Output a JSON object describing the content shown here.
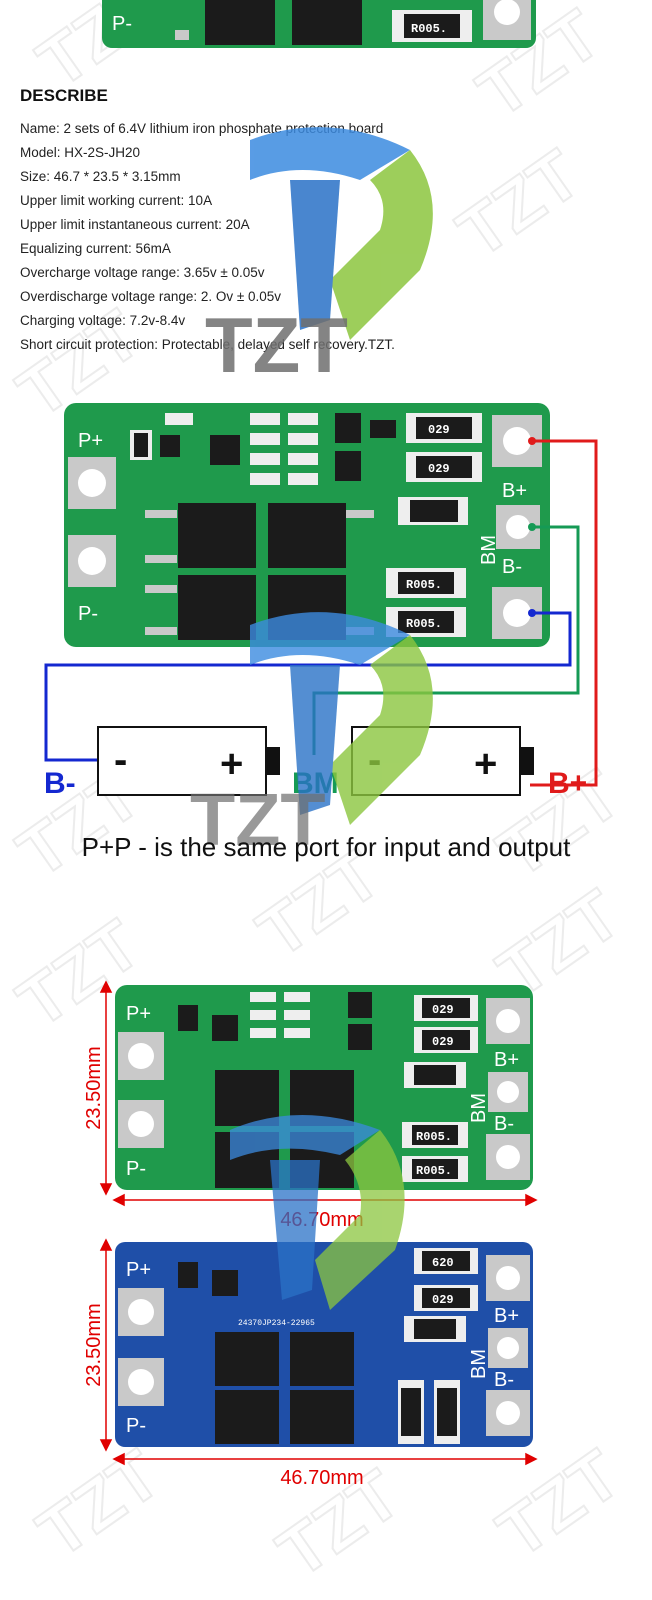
{
  "section": {
    "heading": "DESCRIBE",
    "specs": [
      "Name: 2 sets of 6.4V lithium iron phosphate protection board",
      "Model: HX-2S-JH20",
      "Size: 46.7 * 23.5 * 3.15mm",
      "Upper limit working current: 10A",
      "Upper limit instantaneous current: 20A",
      "Equalizing current: 56mA",
      "Overcharge voltage range: 3.65v ± 0.05v",
      "Overdischarge voltage range: 2. Ov ± 0.05v",
      "Charging voltage: 7.2v-8.4v",
      "Short circuit protection: Protectable, delayed self recovery.TZT."
    ]
  },
  "board": {
    "pad_p_plus": "P+",
    "pad_p_minus": "P-",
    "pad_b_plus": "B+",
    "pad_b_minus": "B-",
    "pad_bm": "BM",
    "resistor_029": "029",
    "resistor_r005": "R005.",
    "resistor_620": "620",
    "chip_code": "24370JP234-22965"
  },
  "wiring": {
    "label_b_minus": "B-",
    "label_bm": "BM",
    "label_b_plus": "B+",
    "battery_minus": "-",
    "battery_plus": "+",
    "caption": "P+P - is the same port for input and output"
  },
  "dimensions": {
    "height": "23.50mm",
    "width": "46.70mm"
  },
  "watermark": "TZT",
  "colors": {
    "pcb_green": "#1f9a4c",
    "pcb_blue": "#1f4fa8",
    "wire_red": "#e01b1b",
    "wire_green": "#159a55",
    "wire_blue": "#1428d0",
    "dimension_red": "#e00000"
  }
}
